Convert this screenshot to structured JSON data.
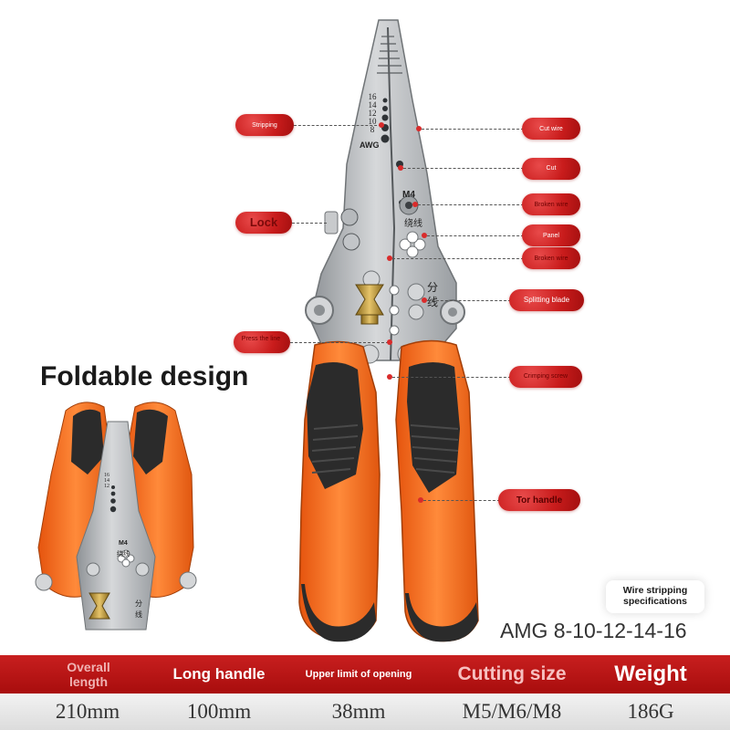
{
  "callouts": {
    "stripping": "Stripping",
    "cut_wire_right": "Cut wire",
    "cut_right": "Cut",
    "lock": "Lock",
    "broken_wire_1": "Broken wire",
    "panel": "Panel",
    "broken_wire_2": "Broken wire",
    "splitting_blade": "Splitting blade",
    "press_the_line": "Press the line",
    "crimping_screw": "Crimping screw",
    "tor_handle": "Tor handle"
  },
  "tool_markings": {
    "awg_numbers": [
      "16",
      "14",
      "12",
      "10",
      "8"
    ],
    "awg": "AWG",
    "m4": "M4",
    "winding": "绕线",
    "split": "分",
    "line": "线"
  },
  "foldable_title": "Foldable design",
  "spec_note": "Wire stripping specifications",
  "awg_range": "AMG 8-10-12-14-16",
  "specs": {
    "headers": [
      "Overall length",
      "Long handle",
      "Upper limit of opening",
      "Cutting size",
      "Weight"
    ],
    "values": [
      "210mm",
      "100mm",
      "38mm",
      "M5/M6/M8",
      "186G"
    ]
  },
  "colors": {
    "handle_orange": "#f26a1b",
    "grip_black": "#2b2b2b",
    "steel": "#b9bcbf",
    "accent_red": "#c81f1f"
  }
}
